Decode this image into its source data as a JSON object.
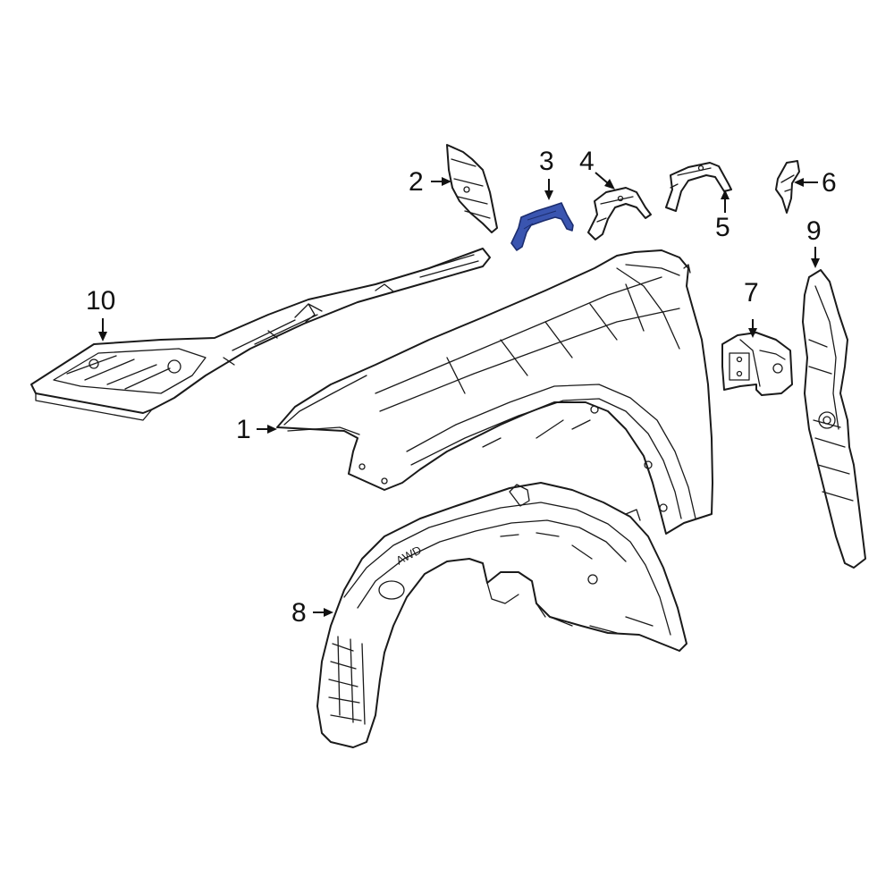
{
  "callouts": [
    {
      "id": "1",
      "label": "1"
    },
    {
      "id": "2",
      "label": "2"
    },
    {
      "id": "3",
      "label": "3"
    },
    {
      "id": "4",
      "label": "4"
    },
    {
      "id": "5",
      "label": "5"
    },
    {
      "id": "6",
      "label": "6"
    },
    {
      "id": "7",
      "label": "7"
    },
    {
      "id": "8",
      "label": "8"
    },
    {
      "id": "9",
      "label": "9"
    },
    {
      "id": "10",
      "label": "10"
    }
  ],
  "stamp_text": "AWD",
  "colors": {
    "line": "#1a1a1a",
    "highlight_fill": "#3a55b0",
    "highlight_stroke": "#1c2d6e",
    "background": "#ffffff"
  }
}
